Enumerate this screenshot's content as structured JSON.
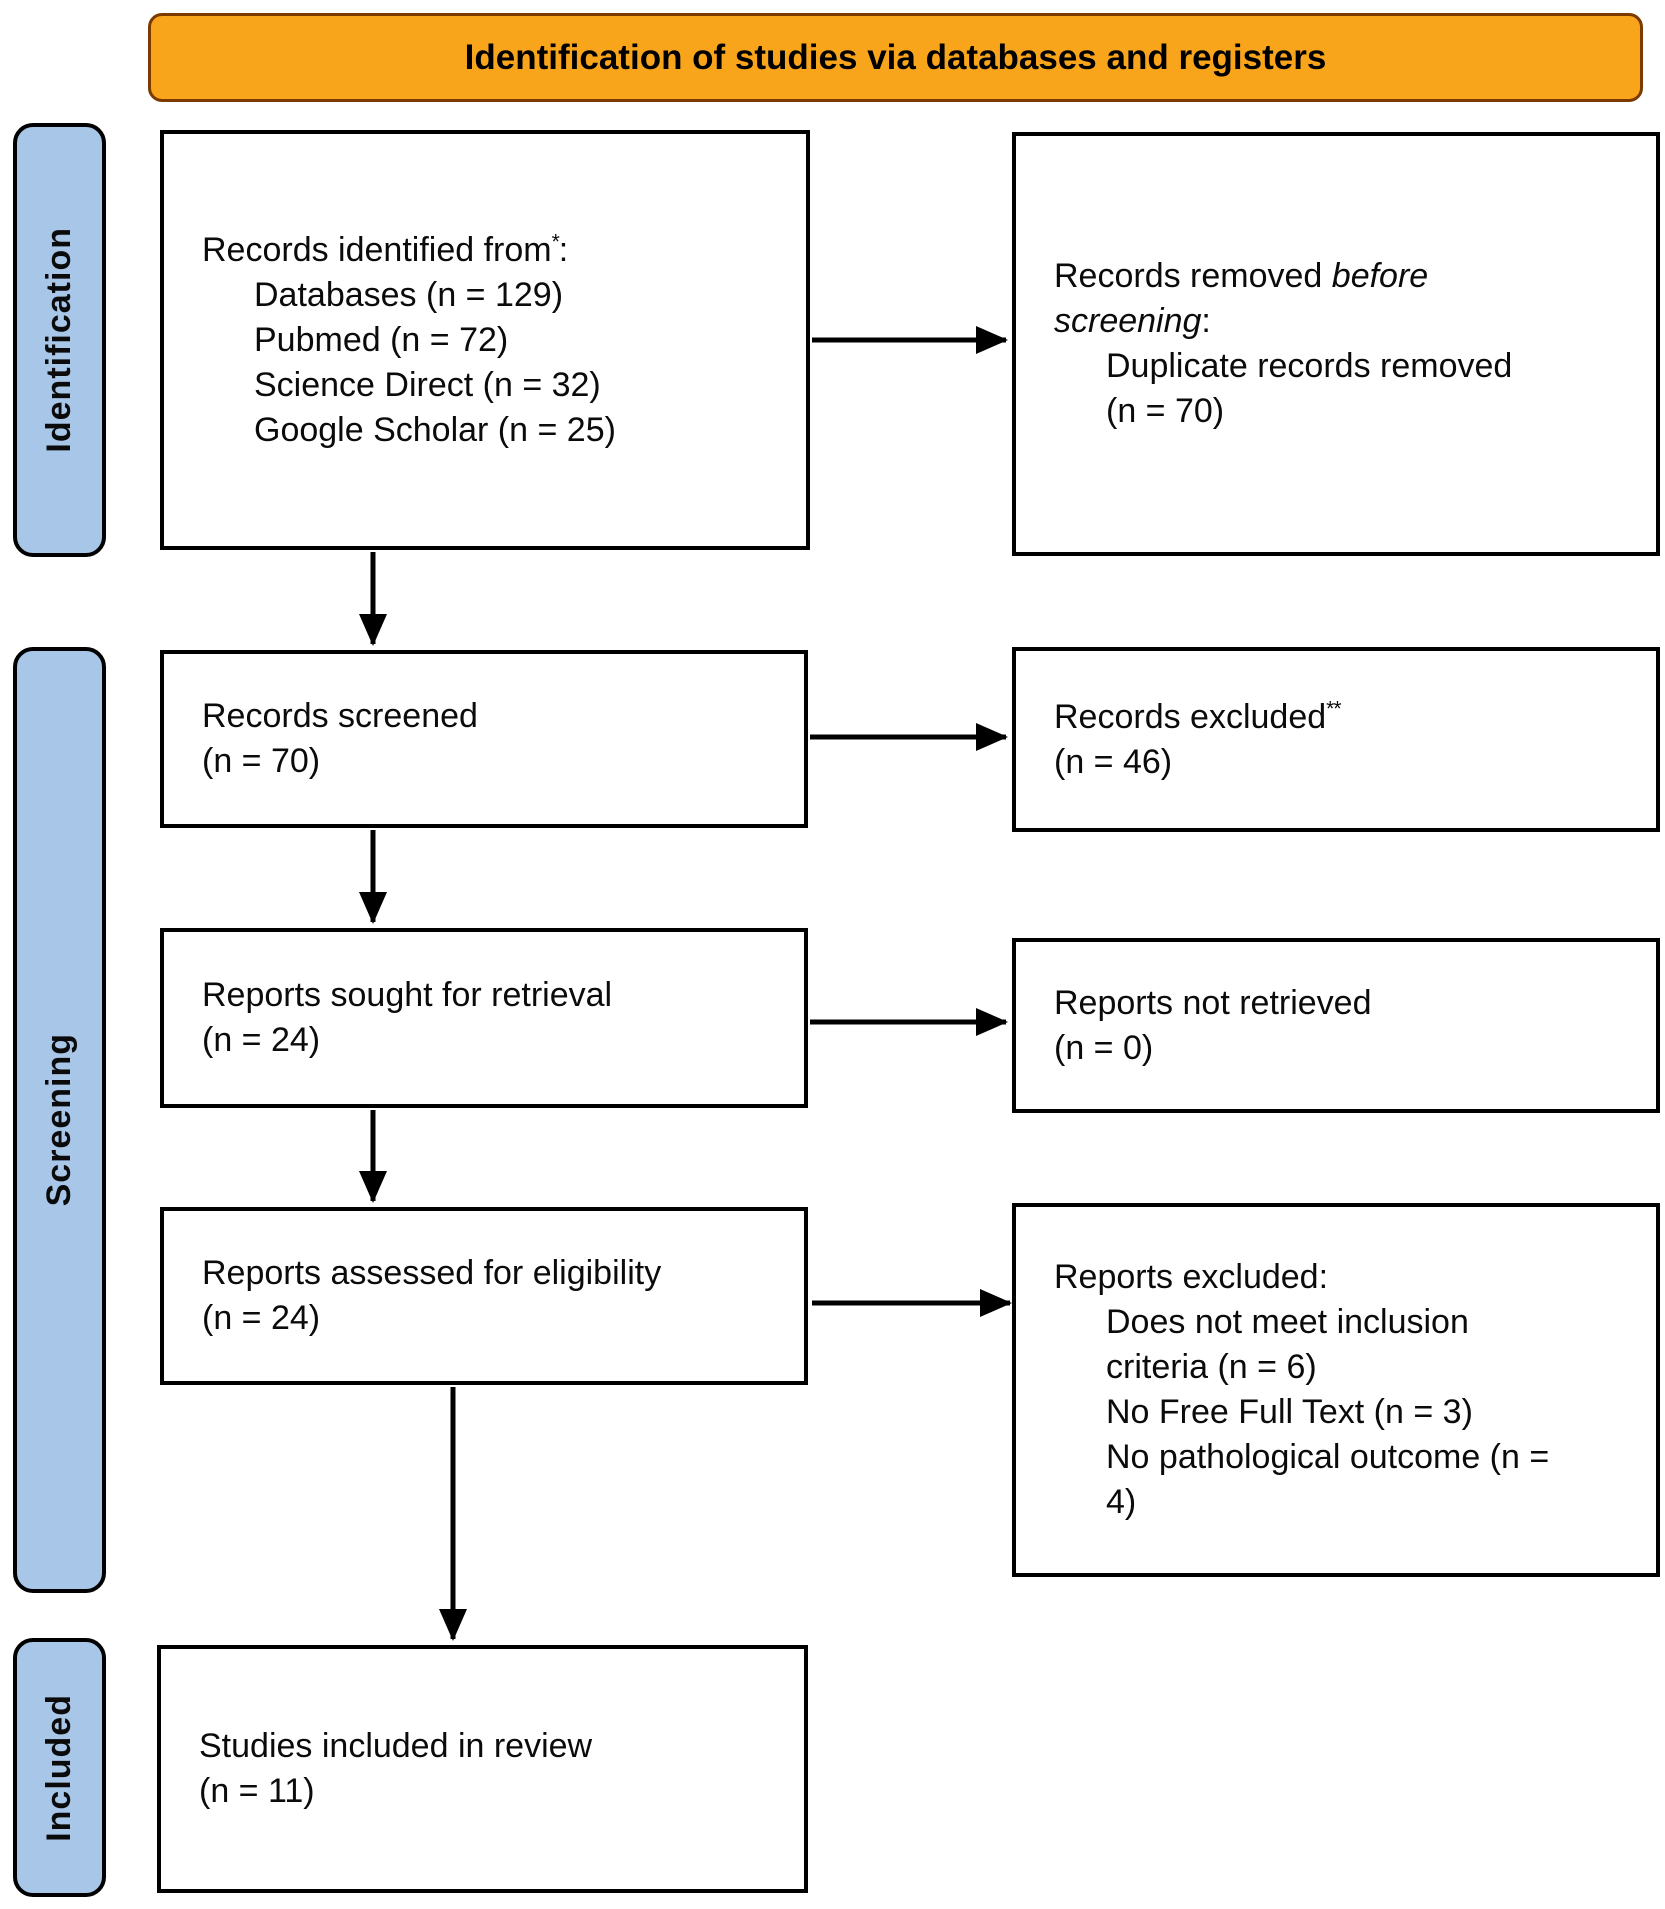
{
  "figure": {
    "banner": {
      "label": "Identification of studies via databases and registers"
    },
    "colors": {
      "banner_bg": "#F9A51B",
      "banner_border": "#7A3A00",
      "stage_bg": "#A8C6E8",
      "box_border": "#000000"
    },
    "stages": [
      {
        "label": "Identification"
      },
      {
        "label": "Screening"
      },
      {
        "label": "Included"
      }
    ],
    "boxes": [
      {
        "id": "records-identified",
        "lines": [
          {
            "indent": false,
            "segments": [
              {
                "t": "Records identified from"
              },
              {
                "t": "*",
                "style": "sup"
              },
              {
                "t": ":"
              }
            ]
          },
          {
            "indent": true,
            "segments": [
              {
                "t": "Databases (n = 129)"
              }
            ]
          },
          {
            "indent": true,
            "segments": [
              {
                "t": "Pubmed (n = 72)"
              }
            ]
          },
          {
            "indent": true,
            "segments": [
              {
                "t": "Science Direct (n = 32)"
              }
            ]
          },
          {
            "indent": true,
            "segments": [
              {
                "t": "Google Scholar (n = 25)"
              }
            ]
          }
        ]
      },
      {
        "id": "records-removed",
        "lines": [
          {
            "indent": false,
            "segments": [
              {
                "t": "Records removed "
              },
              {
                "t": "before",
                "style": "italic"
              }
            ]
          },
          {
            "indent": false,
            "segments": [
              {
                "t": "screening",
                "style": "italic"
              },
              {
                "t": ":"
              }
            ]
          },
          {
            "indent": true,
            "segments": [
              {
                "t": "Duplicate records removed"
              }
            ]
          },
          {
            "indent": true,
            "segments": [
              {
                "t": "(n = 70)"
              }
            ]
          }
        ]
      },
      {
        "id": "records-screened",
        "lines": [
          {
            "indent": false,
            "segments": [
              {
                "t": "Records screened"
              }
            ]
          },
          {
            "indent": false,
            "segments": [
              {
                "t": "(n = 70)"
              }
            ]
          }
        ]
      },
      {
        "id": "records-excluded",
        "lines": [
          {
            "indent": false,
            "segments": [
              {
                "t": "Records excluded"
              },
              {
                "t": "**",
                "style": "sup"
              }
            ]
          },
          {
            "indent": false,
            "segments": [
              {
                "t": "(n = 46)"
              }
            ]
          }
        ]
      },
      {
        "id": "reports-sought",
        "lines": [
          {
            "indent": false,
            "segments": [
              {
                "t": "Reports sought for retrieval"
              }
            ]
          },
          {
            "indent": false,
            "segments": [
              {
                "t": "(n = 24)"
              }
            ]
          }
        ]
      },
      {
        "id": "reports-not-retrieved",
        "lines": [
          {
            "indent": false,
            "segments": [
              {
                "t": "Reports not retrieved"
              }
            ]
          },
          {
            "indent": false,
            "segments": [
              {
                "t": "(n = 0)"
              }
            ]
          }
        ]
      },
      {
        "id": "reports-assessed",
        "lines": [
          {
            "indent": false,
            "segments": [
              {
                "t": "Reports assessed for eligibility"
              }
            ]
          },
          {
            "indent": false,
            "segments": [
              {
                "t": "(n = 24)"
              }
            ]
          }
        ]
      },
      {
        "id": "reports-excluded",
        "lines": [
          {
            "indent": false,
            "segments": [
              {
                "t": "Reports excluded:"
              }
            ]
          },
          {
            "indent": true,
            "segments": [
              {
                "t": "Does not meet inclusion"
              }
            ]
          },
          {
            "indent": true,
            "segments": [
              {
                "t": "criteria (n = 6)"
              }
            ]
          },
          {
            "indent": true,
            "segments": [
              {
                "t": "No Free Full Text (n = 3)"
              }
            ]
          },
          {
            "indent": true,
            "segments": [
              {
                "t": "No pathological outcome (n ="
              }
            ]
          },
          {
            "indent": true,
            "segments": [
              {
                "t": "4)"
              }
            ]
          }
        ]
      },
      {
        "id": "studies-included",
        "lines": [
          {
            "indent": false,
            "segments": [
              {
                "t": "Studies included in review"
              }
            ]
          },
          {
            "indent": false,
            "segments": [
              {
                "t": "(n = 11)"
              }
            ]
          }
        ]
      }
    ],
    "arrows": [
      {
        "from": "records-identified",
        "to": "records-removed"
      },
      {
        "from": "records-identified",
        "to": "records-screened"
      },
      {
        "from": "records-screened",
        "to": "records-excluded"
      },
      {
        "from": "records-screened",
        "to": "reports-sought"
      },
      {
        "from": "reports-sought",
        "to": "reports-not-retrieved"
      },
      {
        "from": "reports-sought",
        "to": "reports-assessed"
      },
      {
        "from": "reports-assessed",
        "to": "reports-excluded"
      },
      {
        "from": "reports-assessed",
        "to": "studies-included"
      }
    ]
  }
}
